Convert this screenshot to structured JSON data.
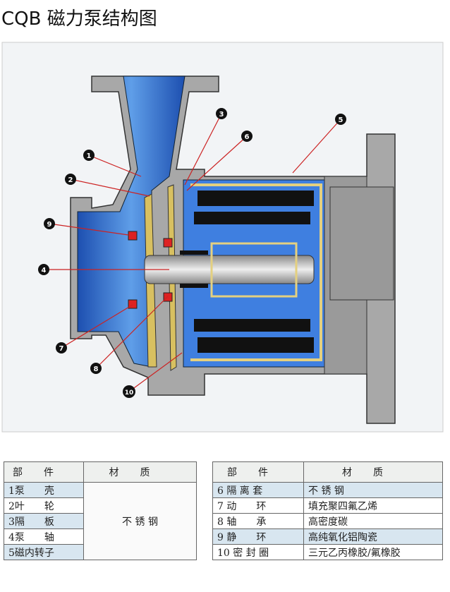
{
  "title": "CQB 磁力泵结构图",
  "diagram": {
    "markers": [
      "1",
      "2",
      "3",
      "4",
      "5",
      "6",
      "7",
      "8",
      "9",
      "10"
    ]
  },
  "tables": {
    "headers": {
      "part": "部件",
      "material": "材质"
    },
    "left": {
      "rows": [
        "1泵　　壳",
        "2叶　　轮",
        "3隔　　板",
        "4泵　　轴",
        "5磁内转子"
      ],
      "material": "不 锈 钢"
    },
    "right": {
      "rows": [
        {
          "part": "6 隔 离 套",
          "material": "不 锈 钢"
        },
        {
          "part": "7 动　　环",
          "material": "填充聚四氟乙烯"
        },
        {
          "part": "8 轴　　承",
          "material": "高密度碳"
        },
        {
          "part": "9 静　　环",
          "material": "高纯氧化铝陶瓷"
        },
        {
          "part": "10 密 封 圈",
          "material": "三元乙丙橡胶/氟橡胶"
        }
      ]
    }
  },
  "colors": {
    "fluid": "#2f6fd0",
    "housing": "#a9a9a9",
    "marker": "#111111"
  }
}
